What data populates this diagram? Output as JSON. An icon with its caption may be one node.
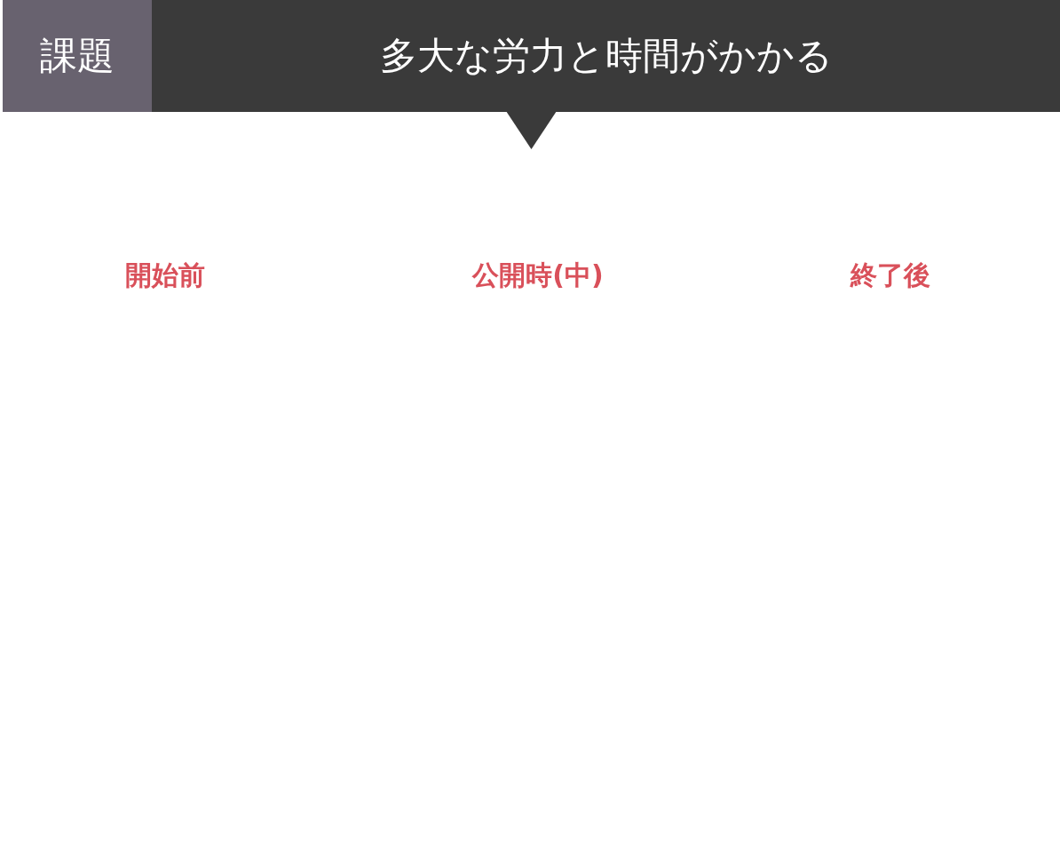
{
  "diagram": {
    "nodes": [
      {
        "text": [
          "課題"
        ]
      },
      {
        "text": [
          "多大な労力と時間がかかる"
        ]
      }
    ],
    "labels": [
      "開始前",
      "公開時(中)",
      "終了後"
    ]
  }
}
